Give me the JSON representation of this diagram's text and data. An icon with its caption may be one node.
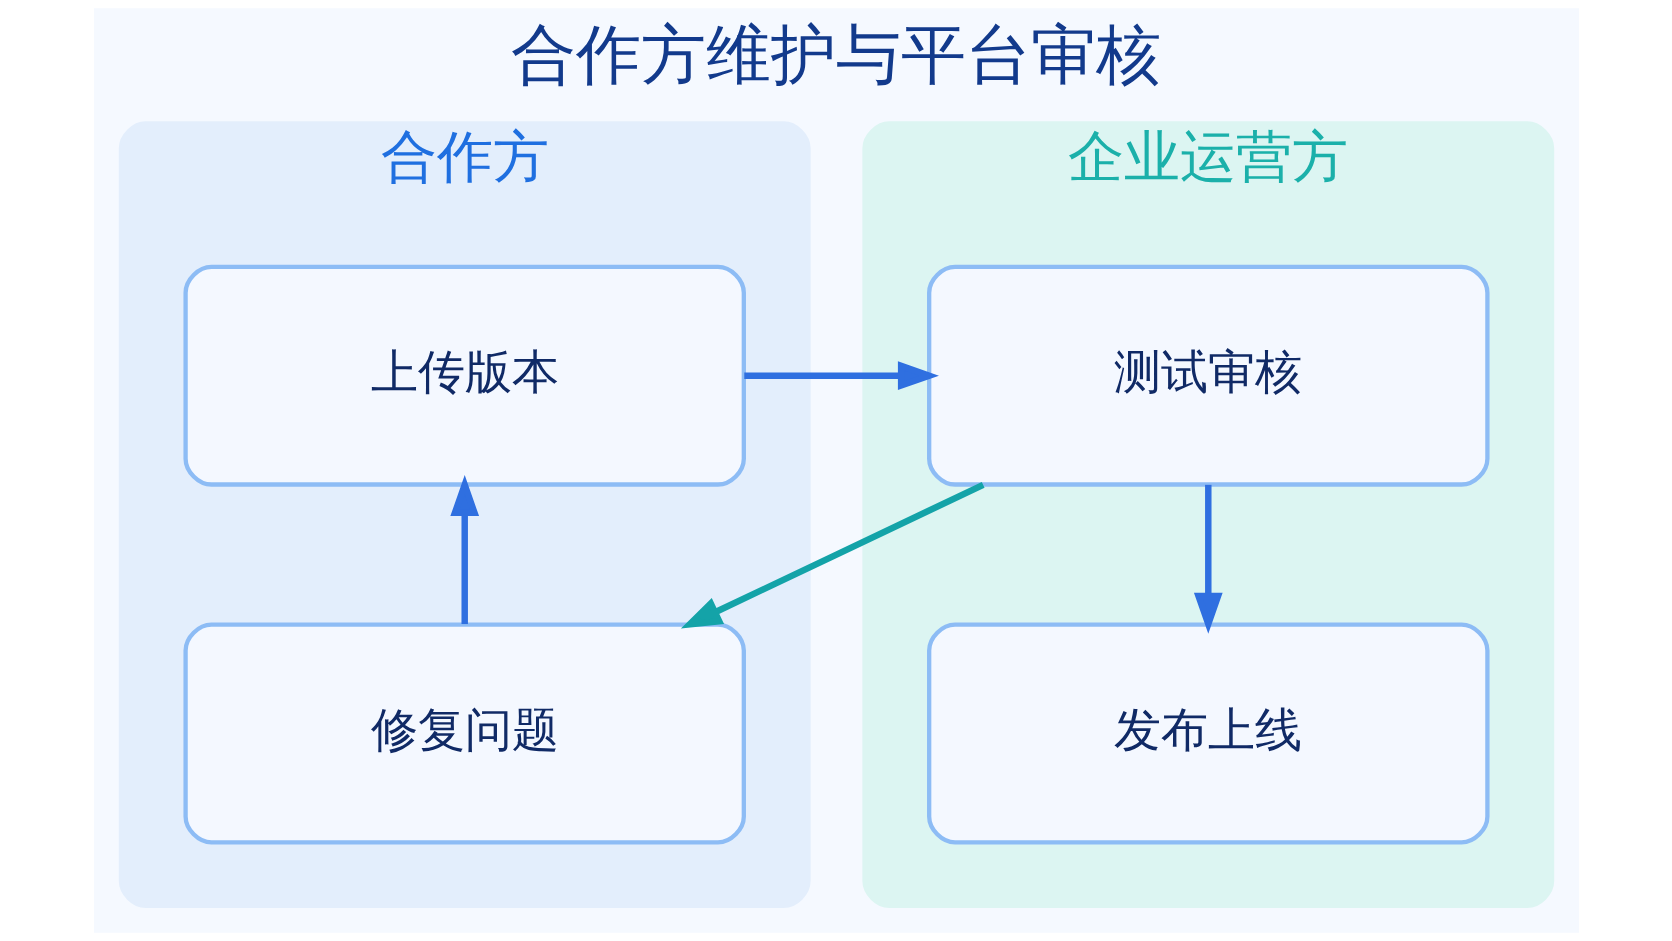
{
  "diagram": {
    "title": "合作方维护与平台审核",
    "nodes": [
      {
        "text": [
          "合作方"
        ]
      },
      {
        "text": [
          "上传版本"
        ],
        "in": 0
      },
      {
        "text": [
          "修复问题"
        ],
        "in": 0
      },
      {
        "text": [
          "企业运营方"
        ]
      },
      {
        "text": [
          "测试审核"
        ],
        "in": 3
      },
      {
        "text": [
          "发布上线"
        ],
        "in": 3
      }
    ],
    "edges": [
      {
        "from": 1,
        "to": 4,
        "arrow": "to"
      },
      {
        "from": 2,
        "to": 1,
        "arrow": "to"
      },
      {
        "from": 4,
        "to": 5,
        "arrow": "to"
      },
      {
        "from": 4,
        "to": 2,
        "arrow": "to",
        "color": "#14a3a8"
      }
    ]
  }
}
